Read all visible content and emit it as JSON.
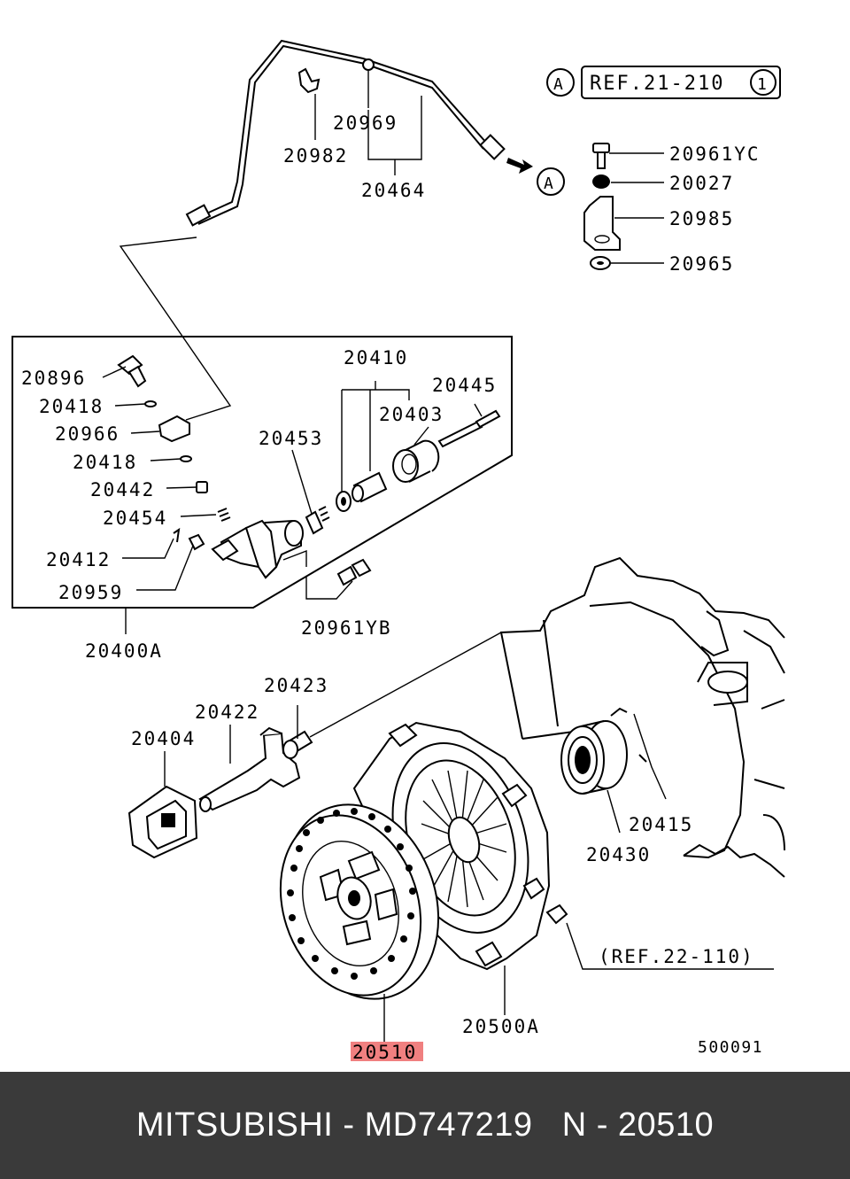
{
  "diagram": {
    "ref_box": {
      "circle_label": "A",
      "text": "REF.21-210",
      "circle_num": "1"
    },
    "arrow_target": "A",
    "parts": {
      "p20969": "20969",
      "p20982": "20982",
      "p20464": "20464",
      "p20961YC": "20961YC",
      "p20027": "20027",
      "p20985": "20985",
      "p20965": "20965",
      "p20896": "20896",
      "p20418a": "20418",
      "p20966": "20966",
      "p20418b": "20418",
      "p20442": "20442",
      "p20454": "20454",
      "p20412": "20412",
      "p20959": "20959",
      "p20410": "20410",
      "p20445": "20445",
      "p20403": "20403",
      "p20453": "20453",
      "p20400A": "20400A",
      "p20961YB": "20961YB",
      "p20423": "20423",
      "p20422": "20422",
      "p20404": "20404",
      "p20415": "20415",
      "p20430": "20430",
      "ref22": "(REF.22-110)",
      "p20500A": "20500A",
      "p20510": "20510",
      "fig_no": "500091"
    },
    "highlight_color": "#f08080"
  },
  "footer": {
    "text": "MITSUBISHI - MD747219   N - 20510",
    "background": "#3a3a3a"
  }
}
